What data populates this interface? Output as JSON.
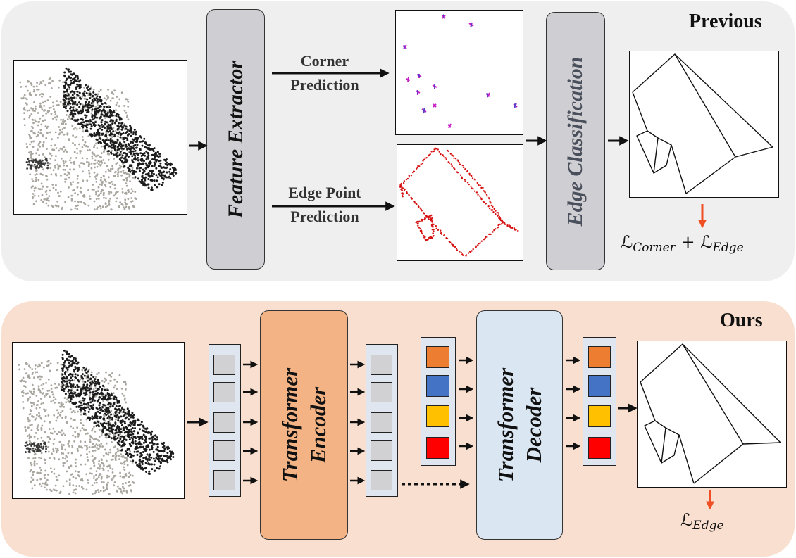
{
  "panels": {
    "previous": {
      "title": "Previous",
      "feature_extractor": "Feature Extractor",
      "corner_label_1": "Corner",
      "corner_label_2": "Prediction",
      "edge_label_1": "Edge Point",
      "edge_label_2": "Prediction",
      "edge_classification": "Edge Classification",
      "loss": {
        "symbol": "ℒ",
        "sub1": "Corner",
        "plus": "+",
        "sub2": "Edge"
      }
    },
    "ours": {
      "title": "Ours",
      "encoder_line1": "Transformer",
      "encoder_line2": "Encoder",
      "decoder_line1": "Transformer",
      "decoder_line2": "Decoder",
      "loss": {
        "symbol": "ℒ",
        "sub": "Edge"
      }
    }
  },
  "colors": {
    "previous_bg": "#efefef",
    "ours_bg": "#f9dfcf",
    "gray_block": "#cfcfd3",
    "encoder_block": "#f3b385",
    "decoder_block": "#dae7f3",
    "token_gray": "#d1d1d4",
    "query_orange": "#ed7d31",
    "query_blue": "#4472c4",
    "query_yellow": "#ffc000",
    "query_red": "#ff0000",
    "loss_arrow": "#f04e23",
    "point_color": "#d61010",
    "corner_color": "#c81ec8"
  },
  "icons": {
    "arrow": "right-arrow-icon",
    "loss_arrow": "down-arrow-icon"
  }
}
